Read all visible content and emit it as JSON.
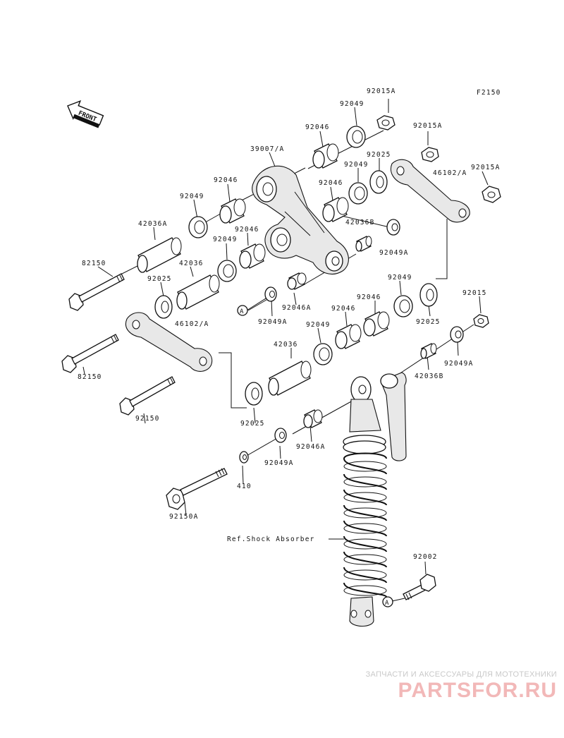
{
  "diagram_code": "F2150",
  "front_arrow_label": "FRONT",
  "ref_label": "Ref.Shock Absorber",
  "callout_letter": "A",
  "parts": {
    "p92015A_1": "92015A",
    "p92015A_2": "92015A",
    "p92015A_3": "92015A",
    "p92049_1": "92049",
    "p92046_1": "92046",
    "p39007A": "39007/A",
    "p92025_1": "92025",
    "p92049_2": "92049",
    "p46102A_1": "46102/A",
    "p92046_2": "92046",
    "p92046_3": "92046",
    "p92049_3": "92049",
    "p42036B_1": "42036B",
    "p42036A": "42036A",
    "p92046_4": "92046",
    "p92049_4": "92049",
    "p92049A_1": "92049A",
    "p82150_1": "82150",
    "p42036_1": "42036",
    "p92025_2": "92025",
    "p92049_5": "92049",
    "p92046A_1": "92046A",
    "p92049A_2": "92049A",
    "p92046_5": "92046",
    "p92046_6": "92046",
    "p92025_3": "92025",
    "p92015": "92015",
    "p46102A_2": "46102/A",
    "p92049_6": "92049",
    "p92049A_3": "92049A",
    "p42036_2": "42036",
    "p42036B_2": "42036B",
    "p82150_2": "82150",
    "p92150": "92150",
    "p92025_4": "92025",
    "p92046A_2": "92046A",
    "p92049A_4": "92049A",
    "p410": "410",
    "p92150A": "92150A",
    "p92002": "92002"
  },
  "watermark": {
    "tagline": "ЗАПЧАСТИ И АКСЕССУАРЫ ДЛЯ МОТОТЕХНИКИ",
    "logo": "PARTSFOR.RU"
  }
}
